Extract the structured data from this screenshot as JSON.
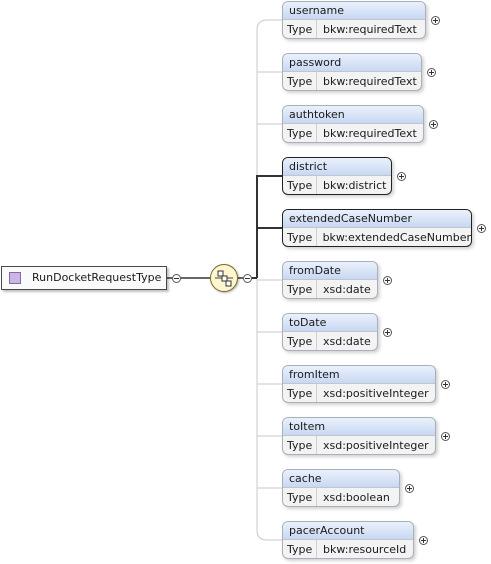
{
  "root": {
    "name": "RunDocketRequestType",
    "collapse_symbol": "−"
  },
  "sequence": {
    "collapse_symbol": "−"
  },
  "type_label": "Type",
  "elements": [
    {
      "name": "username",
      "type": "bkw:requiredText",
      "required": false
    },
    {
      "name": "password",
      "type": "bkw:requiredText",
      "required": false
    },
    {
      "name": "authtoken",
      "type": "bkw:requiredText",
      "required": false
    },
    {
      "name": "district",
      "type": "bkw:district",
      "required": true
    },
    {
      "name": "extendedCaseNumber",
      "type": "bkw:extendedCaseNumber",
      "required": true
    },
    {
      "name": "fromDate",
      "type": "xsd:date",
      "required": false
    },
    {
      "name": "toDate",
      "type": "xsd:date",
      "required": false
    },
    {
      "name": "fromItem",
      "type": "xsd:positiveInteger",
      "required": false
    },
    {
      "name": "toItem",
      "type": "xsd:positiveInteger",
      "required": false
    },
    {
      "name": "cache",
      "type": "xsd:boolean",
      "required": false
    },
    {
      "name": "pacerAccount",
      "type": "bkw:resourceId",
      "required": false
    }
  ],
  "colors": {
    "header_top": "#eaf1fc",
    "header_bottom": "#c8d8f2",
    "sequence_fill": "#fff6cf",
    "root_square": "#c9b6e4"
  }
}
